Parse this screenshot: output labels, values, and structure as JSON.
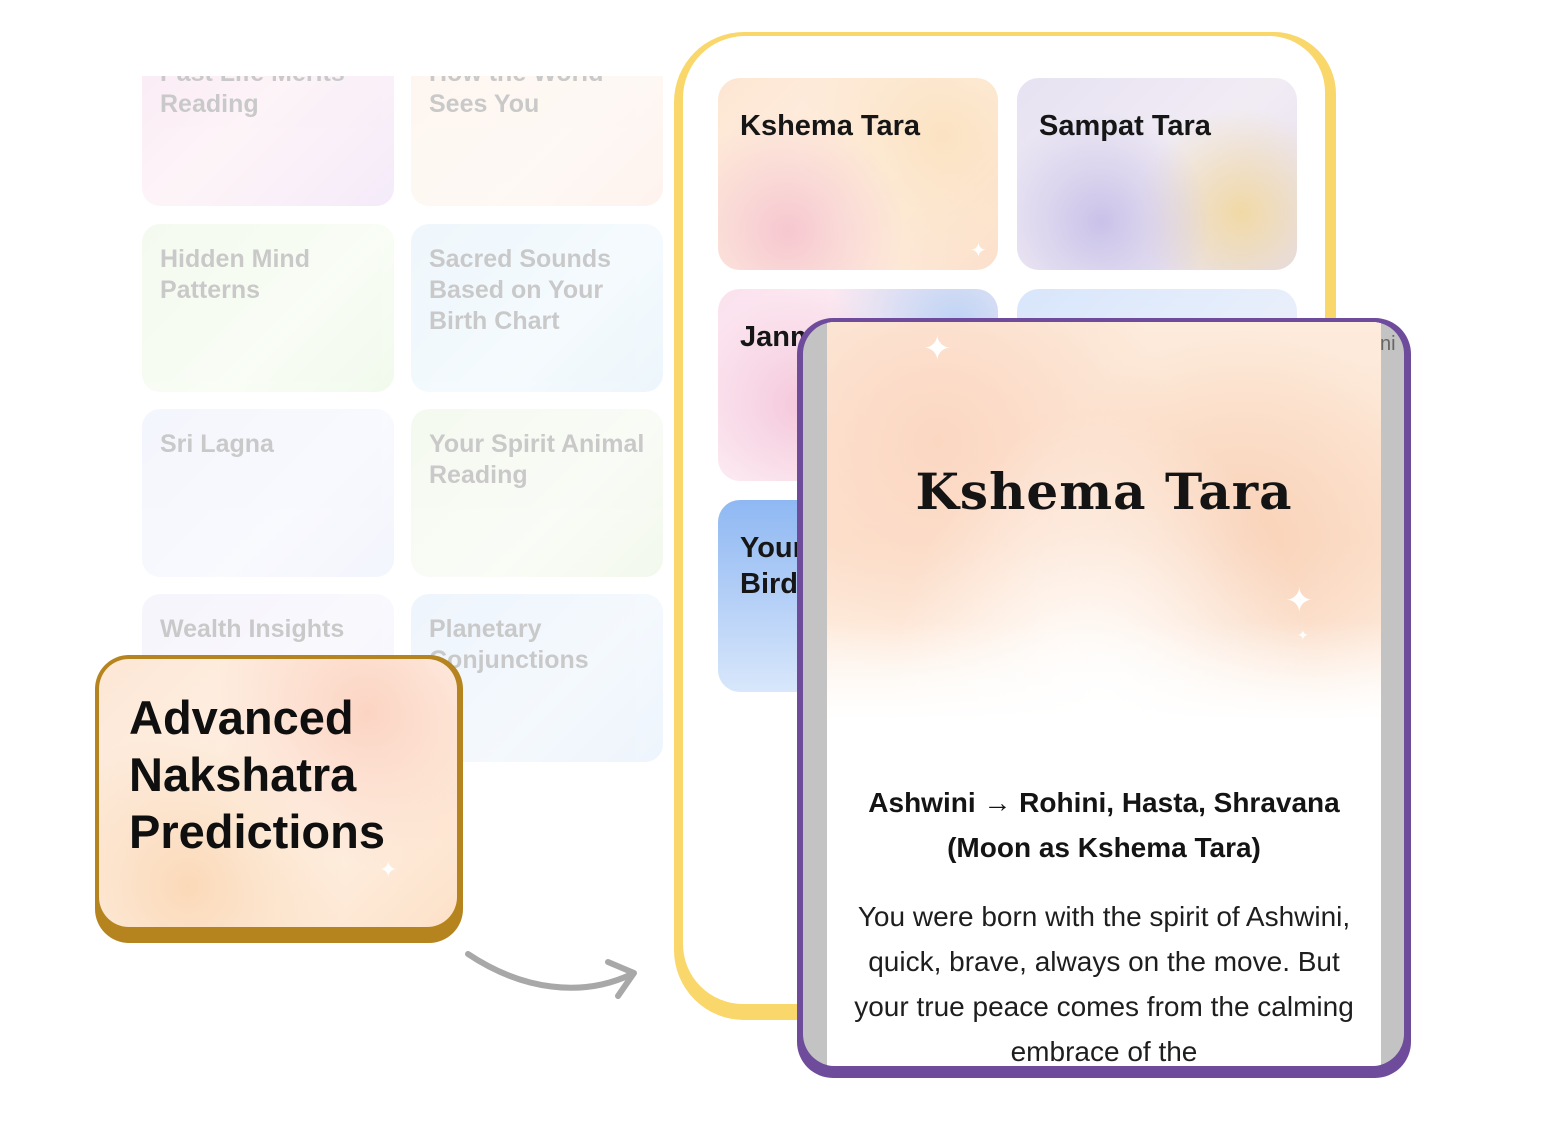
{
  "background_grid": {
    "cards": [
      {
        "title": "Past Life Merits Reading"
      },
      {
        "title": "How the World Sees You"
      },
      {
        "title": "Hidden Mind Patterns"
      },
      {
        "title": "Sacred Sounds Based on Your Birth Chart"
      },
      {
        "title": "Sri Lagna"
      },
      {
        "title": "Your Spirit Animal Reading"
      },
      {
        "title": "Wealth Insights"
      },
      {
        "title": "Planetary Conjunctions"
      }
    ]
  },
  "phone": {
    "cards": [
      {
        "title": "Kshema Tara"
      },
      {
        "title": "Sampat Tara"
      },
      {
        "title": "Janm"
      },
      {
        "title": ""
      },
      {
        "title": "Your Bird"
      }
    ],
    "peek_text": "ni"
  },
  "detail_card": {
    "title": "Kshema Tara",
    "mapping_line1": "Ashwini → Rohini, Hasta, Shravana",
    "mapping_line2": "(Moon as Kshema Tara)",
    "body": "You were born with the spirit of Ashwini, quick, brave, always on the move. But your true peace comes from the calming embrace of the"
  },
  "advanced_card": {
    "title": "Advanced Nakshatra Predictions"
  },
  "colors": {
    "phone_frame": "#f9d76a",
    "detail_border": "#6f4c9b",
    "advanced_border": "#b5841f",
    "arrow": "#a8a8a8"
  }
}
